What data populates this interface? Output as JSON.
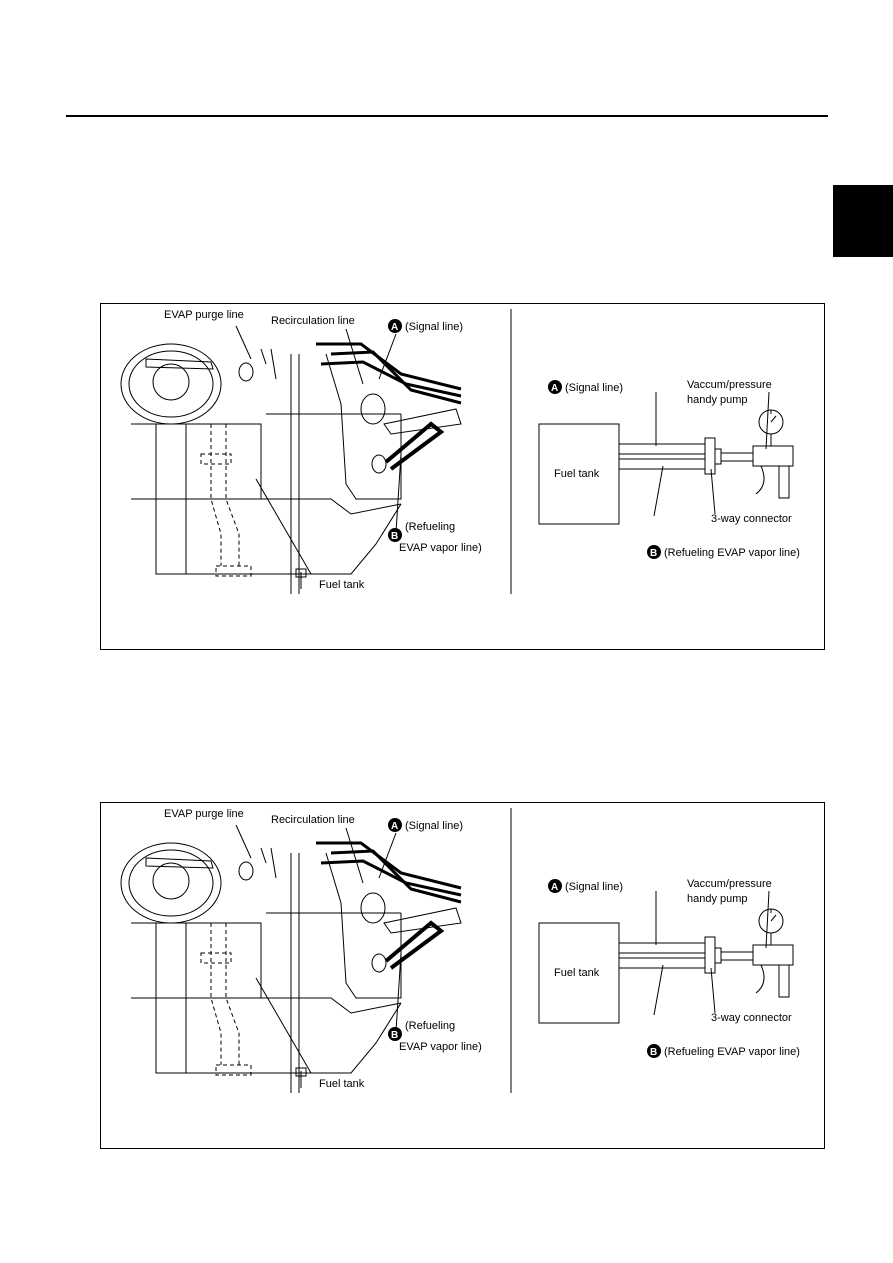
{
  "figures": [
    {
      "labels": {
        "evap_purge_line": "EVAP purge line",
        "recirculation_line": "Recirculation line",
        "signal_marker": "A",
        "signal_line": "(Signal line)",
        "refuel_marker": "B",
        "refueling_1": "(Refueling",
        "refueling_2": "EVAP vapor line)",
        "fuel_tank": "Fuel tank"
      },
      "schematic": {
        "signal_marker": "A",
        "signal_line": "(Signal line)",
        "pump_1": "Vaccum/pressure",
        "pump_2": "handy pump",
        "fuel_tank": "Fuel tank",
        "connector": "3-way connector",
        "refuel_marker": "B",
        "refuel_line": "(Refueling EVAP vapor line)"
      }
    },
    {
      "labels": {
        "evap_purge_line": "EVAP purge line",
        "recirculation_line": "Recirculation line",
        "signal_marker": "A",
        "signal_line": "(Signal line)",
        "refuel_marker": "B",
        "refueling_1": "(Refueling",
        "refueling_2": "EVAP vapor line)",
        "fuel_tank": "Fuel tank"
      },
      "schematic": {
        "signal_marker": "A",
        "signal_line": "(Signal line)",
        "pump_1": "Vaccum/pressure",
        "pump_2": "handy pump",
        "fuel_tank": "Fuel tank",
        "connector": "3-way connector",
        "refuel_marker": "B",
        "refuel_line": "(Refueling EVAP vapor line)"
      }
    }
  ]
}
